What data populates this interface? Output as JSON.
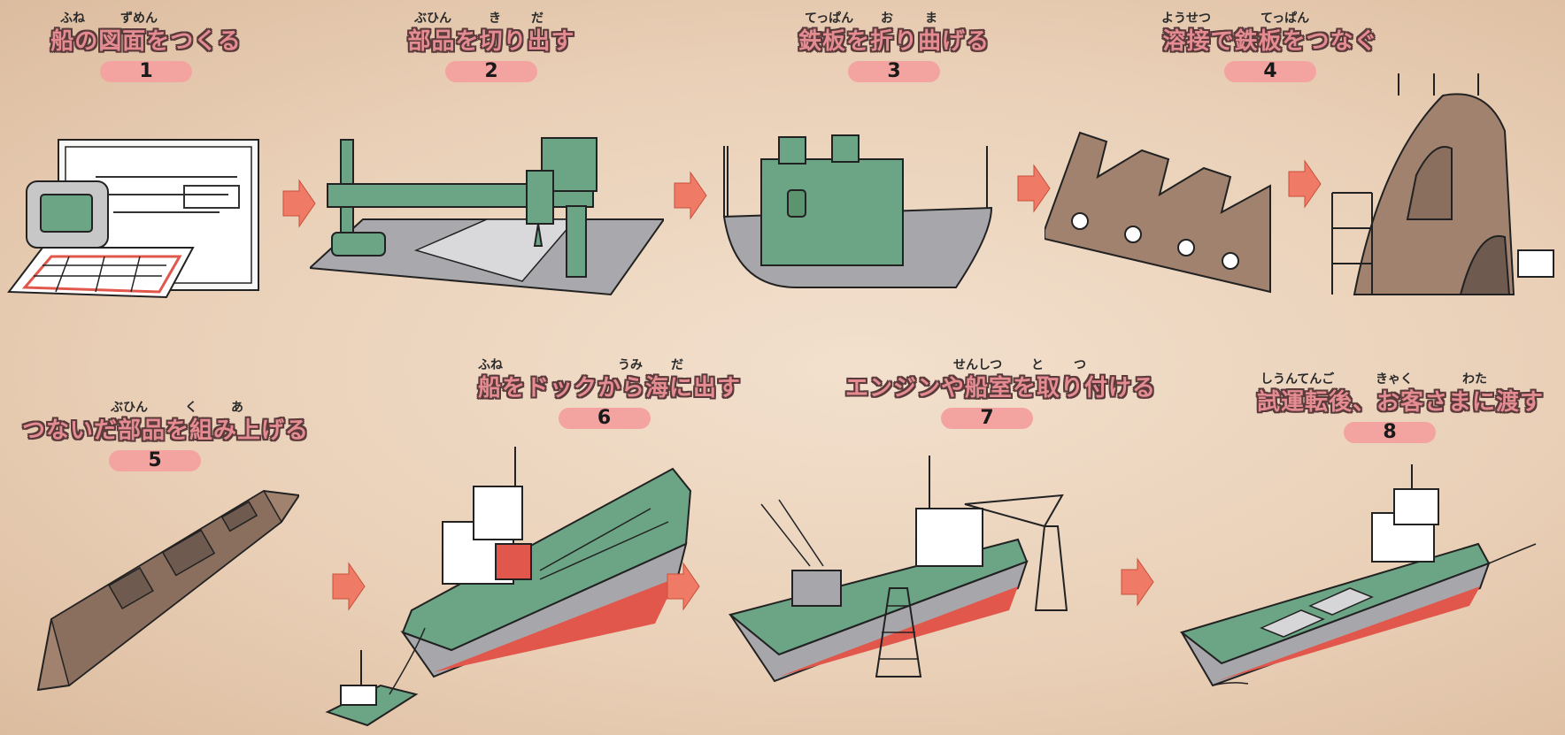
{
  "colors": {
    "accent_pink": "#f4a4a0",
    "arrow": "#ef7a66",
    "hull_green": "#5fa87a",
    "hull_gray": "#a7a7ab",
    "steel_brown": "#a0826f"
  },
  "steps": [
    {
      "num": "1",
      "title": "船の図面をつくる",
      "ruby": [
        "ふね",
        "ずめん"
      ]
    },
    {
      "num": "2",
      "title": "部品を切り出す",
      "ruby": [
        "ぶひん",
        "き",
        "だ"
      ]
    },
    {
      "num": "3",
      "title": "鉄板を折り曲げる",
      "ruby": [
        "てっぱん",
        "お",
        "ま"
      ]
    },
    {
      "num": "4",
      "title": "溶接で鉄板をつなぐ",
      "ruby": [
        "ようせつ",
        "てっぱん"
      ]
    },
    {
      "num": "5",
      "title": "つないだ部品を組み上げる",
      "ruby": [
        "ぶひん",
        "く",
        "あ"
      ]
    },
    {
      "num": "6",
      "title": "船をドックから海に出す",
      "ruby": [
        "ふね",
        "うみ",
        "だ"
      ]
    },
    {
      "num": "7",
      "title": "エンジンや船室を取り付ける",
      "ruby": [
        "せんしつ",
        "と",
        "つ"
      ]
    },
    {
      "num": "8",
      "title": "試運転後、お客さまに渡す",
      "ruby": [
        "しうんてんご",
        "きゃく",
        "わた"
      ]
    }
  ],
  "icons": {
    "step1": "blueprint-computer-illustration",
    "step2": "cutting-machine-illustration",
    "step3": "bent-steel-plate-illustration",
    "step4": "welded-frame-illustration",
    "step5": "assembled-hull-illustration",
    "step6": "ship-launch-illustration",
    "step7": "outfitting-crane-illustration",
    "step8": "delivered-ship-illustration",
    "arrow": "right-arrow-icon"
  }
}
